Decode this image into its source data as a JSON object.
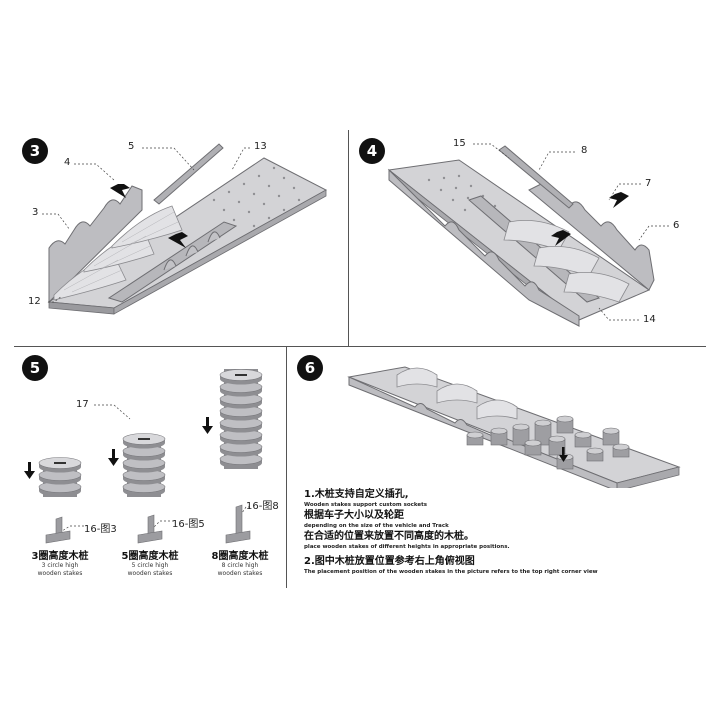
{
  "steps": {
    "s3": {
      "number": "3",
      "callouts": [
        "5",
        "13",
        "4",
        "3",
        "12"
      ]
    },
    "s4": {
      "number": "4",
      "callouts": [
        "15",
        "8",
        "7",
        "6",
        "14"
      ]
    },
    "s5": {
      "number": "5",
      "callout_17": "17",
      "stakes": [
        {
          "part": "16-图3",
          "zh": "3圈高度木桩",
          "en1": "3 circle high",
          "en2": "wooden stakes"
        },
        {
          "part": "16-图5",
          "zh": "5圈高度木桩",
          "en1": "5 circle high",
          "en2": "wooden stakes"
        },
        {
          "part": "16-图8",
          "zh": "8圈高度木桩",
          "en1": "8 circle high",
          "en2": "wooden stakes"
        }
      ]
    },
    "s6": {
      "number": "6",
      "notes": {
        "n1_zh": "1.木桩支持自定义插孔,",
        "n1_en": "Wooden stakes support custom sockets",
        "n2_zh": "根据车子大小以及轮距",
        "n2_en": "depending on the size of the vehicle and Track",
        "n3_zh": "在合适的位置来放置不同高度的木桩。",
        "n3_en": "place wooden stakes of different heights in appropriate positions.",
        "n4_zh": "2.图中木桩放置位置参考右上角俯视图",
        "n4_en": "The placement position of the wooden stakes in the picture refers to the top right corner view"
      }
    }
  },
  "colors": {
    "part_fill": "#c9c9cc",
    "part_dark": "#9a9a9e",
    "part_edge": "#6e6e72",
    "arrow": "#111111"
  }
}
